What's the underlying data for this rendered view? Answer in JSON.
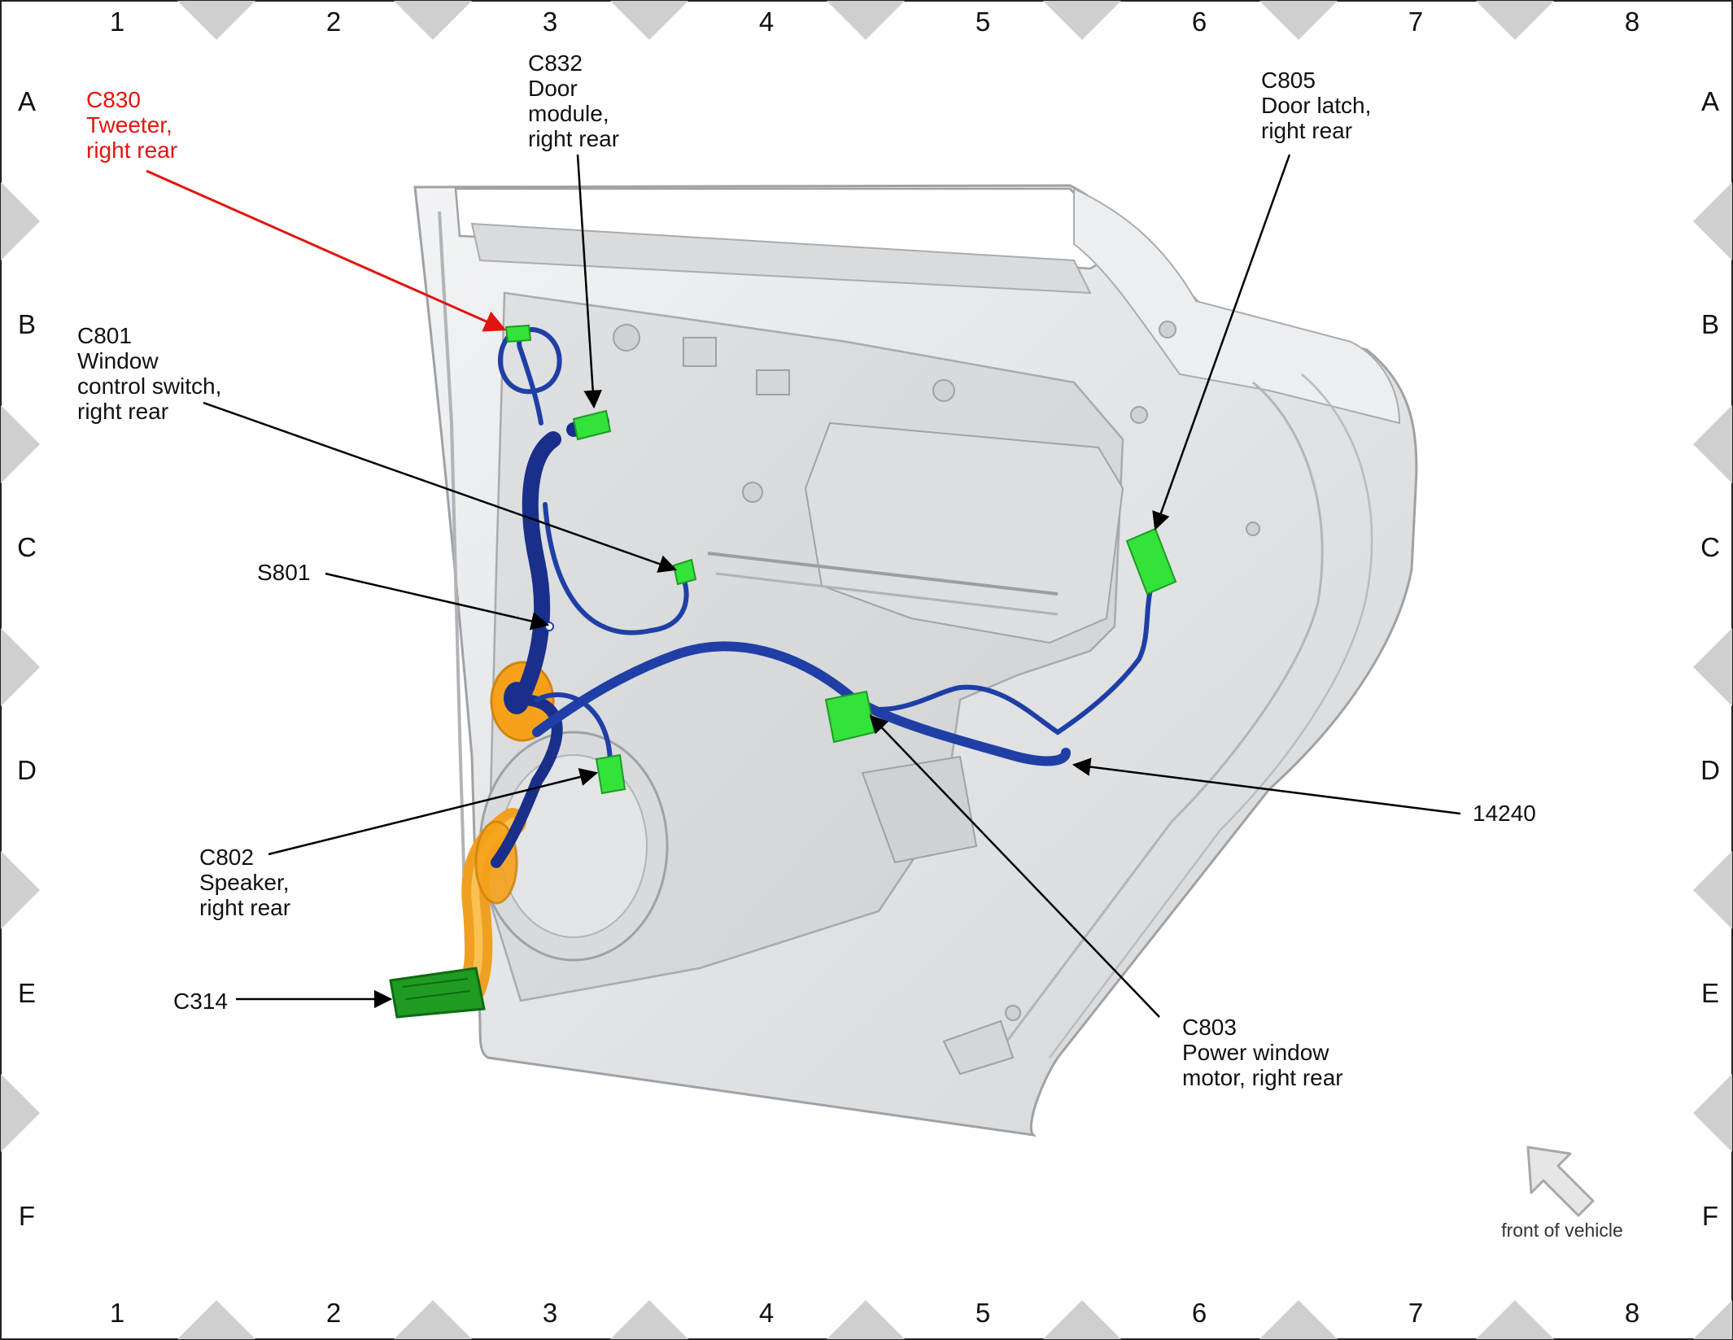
{
  "grid": {
    "columns": [
      "1",
      "2",
      "3",
      "4",
      "5",
      "6",
      "7",
      "8"
    ],
    "rows": [
      "A",
      "B",
      "C",
      "D",
      "E",
      "F"
    ]
  },
  "callouts": {
    "c830": [
      "C830",
      "Tweeter,",
      "right rear"
    ],
    "c832": [
      "C832",
      "Door",
      "module,",
      "right rear"
    ],
    "c805": [
      "C805",
      "Door latch,",
      "right rear"
    ],
    "c801": [
      "C801",
      "Window",
      "control switch,",
      "right rear"
    ],
    "s801": [
      "S801"
    ],
    "c802": [
      "C802",
      "Speaker,",
      "right rear"
    ],
    "c314": [
      "C314"
    ],
    "c14240": [
      "14240"
    ],
    "c803": [
      "C803",
      "Power window",
      "motor, right rear"
    ]
  },
  "orientation": {
    "label": "front of vehicle",
    "icon": "arrow-up-left-icon"
  },
  "colors": {
    "harness_blue": "#1f3fa6",
    "harness_orange": "#f5a21a",
    "connector_green": "#33e33a",
    "connector_dark_green": "#1f9b22",
    "highlight_red": "#e0160e",
    "door_panel": "#e4e6e8",
    "border_diamond": "#cfcfcf"
  }
}
